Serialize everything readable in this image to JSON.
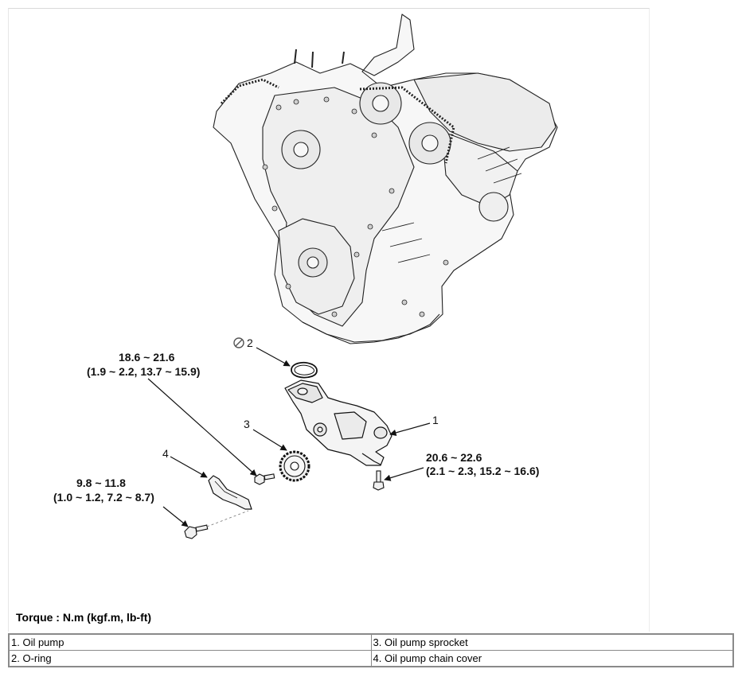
{
  "diagram": {
    "callouts": {
      "c1": "1",
      "c2": "2",
      "c3": "3",
      "c4": "4"
    },
    "torque_specs": {
      "bolt_pump_upper": {
        "nm": "18.6 ~ 21.6",
        "alt": "(1.9 ~ 2.2, 13.7 ~ 15.9)"
      },
      "bolt_pump_right": {
        "nm": "20.6 ~ 22.6",
        "alt": "(2.1 ~ 2.3, 15.2 ~ 16.6)"
      },
      "bolt_chain_cover": {
        "nm": "9.8 ~ 11.8",
        "alt": "(1.0 ~ 1.2, 7.2 ~ 8.7)"
      }
    },
    "torque_note": "Torque : N.m (kgf.m, lb-ft)"
  },
  "legend": {
    "rows": [
      {
        "left": "1. Oil pump",
        "right": "3. Oil pump sprocket"
      },
      {
        "left": "2. O-ring",
        "right": "4. Oil pump chain cover"
      }
    ]
  }
}
